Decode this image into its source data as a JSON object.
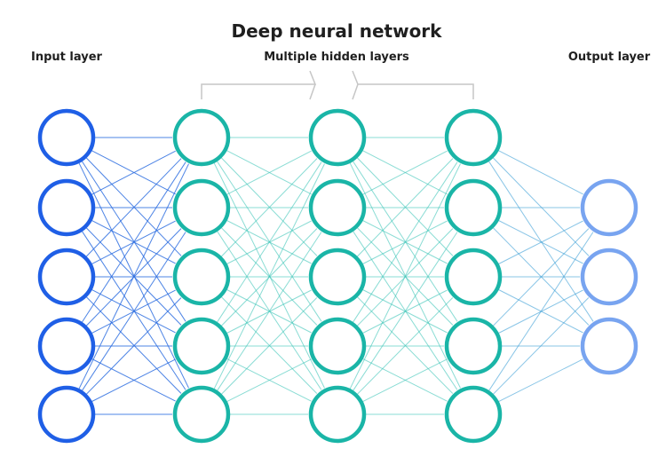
{
  "title": "Deep neural network",
  "labels": {
    "input": "Input layer",
    "hidden": "Multiple hidden layers",
    "output": "Output layer"
  },
  "colors": {
    "input": "#1f5fe6",
    "hidden": "#1ab5a7",
    "output": "#78a4f0",
    "edge_input": "#2e6fe0",
    "edge_hidden": "#3cc4b8",
    "edge_output": "#3a9fd6",
    "bracket": "#c6c6c6"
  },
  "layers": [
    {
      "name": "input",
      "role": "input",
      "nodes": 5
    },
    {
      "name": "hidden-1",
      "role": "hidden",
      "nodes": 5
    },
    {
      "name": "hidden-2",
      "role": "hidden",
      "nodes": 5
    },
    {
      "name": "hidden-3",
      "role": "hidden",
      "nodes": 5
    },
    {
      "name": "output",
      "role": "output",
      "nodes": 3
    }
  ]
}
